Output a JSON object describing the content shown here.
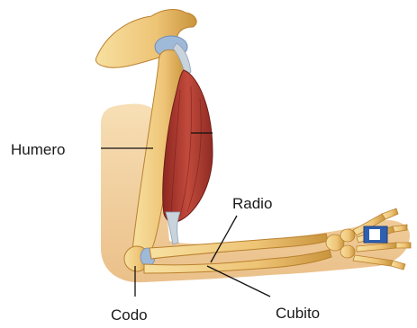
{
  "labels": {
    "humero": "Humero",
    "radio": "Radio",
    "cubito": "Cubito",
    "codo": "Codo"
  },
  "colors": {
    "background": "#ffffff",
    "skin": "#f1c98f",
    "skin_shadow": "#e0a95e",
    "bone": "#f2d38a",
    "bone_shadow": "#c9943c",
    "muscle": "#a8342b",
    "muscle_light": "#c9574a",
    "tendon": "#b9c9d6",
    "cartilage": "#9fb9d8",
    "leader_line": "#111111",
    "label_text": "#1a1a1a"
  }
}
